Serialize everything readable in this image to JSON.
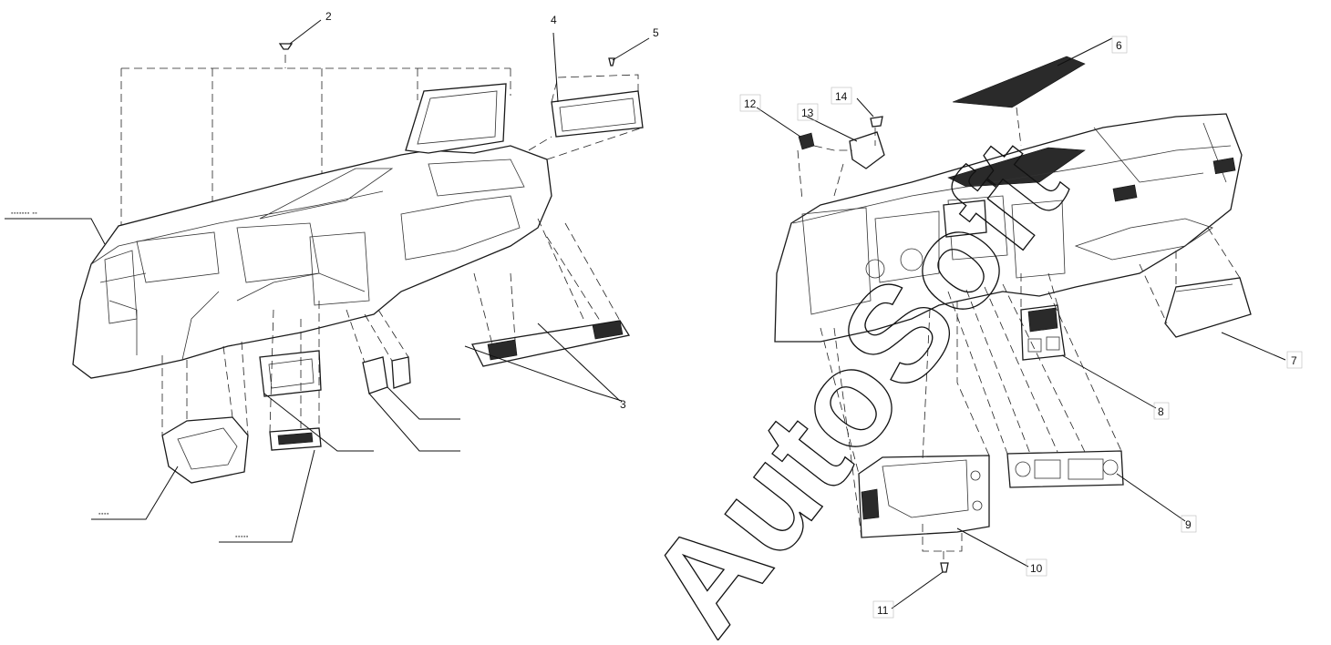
{
  "watermark": "AutoSoft",
  "callouts": [
    {
      "id": "c2",
      "label": "2"
    },
    {
      "id": "c3",
      "label": "3"
    },
    {
      "id": "c4",
      "label": "4"
    },
    {
      "id": "c5",
      "label": "5"
    },
    {
      "id": "c6",
      "label": "6"
    },
    {
      "id": "c7",
      "label": "7"
    },
    {
      "id": "c8",
      "label": "8"
    },
    {
      "id": "c9",
      "label": "9"
    },
    {
      "id": "c10",
      "label": "10"
    },
    {
      "id": "c11",
      "label": "11"
    },
    {
      "id": "c12",
      "label": "12"
    },
    {
      "id": "c13",
      "label": "13"
    },
    {
      "id": "c14",
      "label": "14"
    }
  ]
}
